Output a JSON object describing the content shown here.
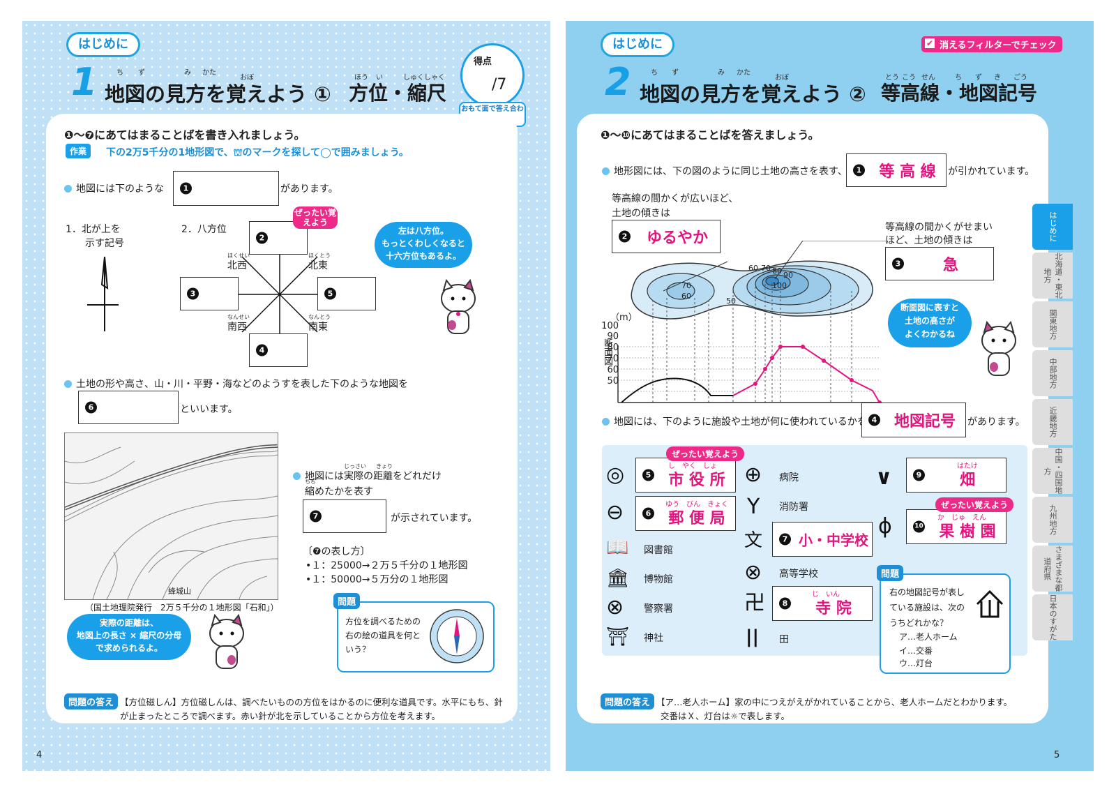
{
  "left": {
    "intro_label": "はじめに",
    "lesson_number": "1",
    "title": "地図の見方を覚えよう ①",
    "subtitle": "方位・縮尺",
    "ruby": [
      "ち",
      "ず",
      "み",
      "かた",
      "おぼ",
      "ほう",
      "い",
      "しゅくしゃく"
    ],
    "score": {
      "label": "得点",
      "total": "/7",
      "note": "おもて面で答え合わせしよう"
    },
    "instruction": "❶〜❼にあてはまることばを書き入れましょう。",
    "task_label": "作業",
    "task_text": "下の2万5千分の1地形図で、⛫のマークを探して◯で囲みましょう。",
    "q1": {
      "pre": "地図には下のような",
      "num": "1",
      "post": "があります。"
    },
    "item1": "1．北が上を",
    "item1b": "示す記号",
    "item2": "2．八方位",
    "directions": {
      "nw": "北西",
      "ne": "北東",
      "sw": "南西",
      "se": "南東"
    },
    "direction_ruby": {
      "nw": "ほくせい",
      "ne": "ほくとう",
      "sw": "なんせい",
      "se": "なんとう"
    },
    "box_nums": [
      "2",
      "3",
      "5",
      "4"
    ],
    "zettai": "ぜったい覚えよう",
    "speech1": [
      "左は八方位。",
      "もっとくわしくなると",
      "十六方位もあるよ。"
    ],
    "q6": {
      "pre": "土地の形や高さ、山・川・平野・海などのようすを表した下のような地図を",
      "num": "6",
      "post": "といいます。"
    },
    "map_caption": "（国土地理院発行　2万５千分の１地形図「石和」）",
    "map_label": "蜂城山",
    "q7": {
      "pre1": "地図には実際の距離をどれだけ",
      "pre2": "縮めたかを表す",
      "num": "7",
      "post": "が示されています。"
    },
    "q7_ruby": {
      "a": "じっさい",
      "b": "きょり",
      "c": "ちぢ"
    },
    "scale_title": "〔❼の表し方〕",
    "scale_items": [
      "•１：25000→２万５千分の１地形図",
      "•１：50000→５万分の１地形図"
    ],
    "speech2": [
      "実際の距離は、",
      "地図上の長さ × 縮尺の分母",
      "で求められるよ。"
    ],
    "mondai": {
      "label": "問題",
      "lines": [
        "方位を調べるための",
        "右の絵の道具を何と",
        "いう？"
      ]
    },
    "answer": {
      "label": "問題の答え",
      "line1": "【方位磁しん】方位磁しんは、調べたいものの方位をはかるのに便利な道具です。水平にもち、針",
      "line2": "が止まったところで調べます。赤い針が北を示していることから方位を考えます。"
    },
    "page_number": "4"
  },
  "right": {
    "intro_label": "はじめに",
    "filter_check": "消えるフィルターでチェック",
    "lesson_number": "2",
    "title": "地図の見方を覚えよう ②",
    "subtitle": "等高線・地図記号",
    "ruby": [
      "ち",
      "ず",
      "み",
      "かた",
      "おぼ",
      "とう",
      "こう",
      "せん",
      "ち",
      "ず",
      "き",
      "ごう"
    ],
    "instruction": "❶〜❿にあてはまることばを答えましょう。",
    "q1": {
      "pre": "地形図には、下の図のように同じ土地の高さを表す、",
      "num": "1",
      "answer": "等 高 線",
      "post": "が引かれています。"
    },
    "wide_text": [
      "等高線の間かくが広いほど、",
      "土地の傾きは"
    ],
    "q2": {
      "num": "2",
      "answer": "ゆるやか"
    },
    "narrow_text": [
      "等高線の間かくがせまい",
      "ほど、土地の傾きは"
    ],
    "q3": {
      "num": "3",
      "answer": "急"
    },
    "contour_labels": [
      "70",
      "60",
      "50",
      "60",
      "70",
      "80",
      "90",
      "100"
    ],
    "profile": {
      "unit": "（m）",
      "side_label": "断面図",
      "ticks": [
        "100",
        "90",
        "80",
        "70",
        "60",
        "50"
      ]
    },
    "speech": [
      "断面図に表すと",
      "土地の高さが",
      "よくわかるね"
    ],
    "q4": {
      "pre": "地図には、下のように施設や土地が何に使われているかを示す",
      "num": "4",
      "answer": "地図記号",
      "post": "があります。"
    },
    "symbols": [
      {
        "icon": "◎",
        "num": "5",
        "answer": "市 役 所",
        "ruby": "し　やく　しょ"
      },
      {
        "icon": "⊖",
        "num": "6",
        "answer": "郵 便 局",
        "ruby": "ゆう　びん　きょく"
      },
      {
        "icon": "📖",
        "label": "図書館"
      },
      {
        "icon": "🏛",
        "label": "博物館"
      },
      {
        "icon": "⊗",
        "label": "警察署"
      },
      {
        "icon": "⛩",
        "label": "神社"
      }
    ],
    "symbols_mid": [
      {
        "icon": "⊕",
        "label": "病院"
      },
      {
        "icon": "Y",
        "label": "消防署"
      },
      {
        "icon": "文",
        "num": "7",
        "answer": "小・中学校"
      },
      {
        "icon": "⊗",
        "label": "高等学校"
      },
      {
        "icon": "卍",
        "num": "8",
        "answer": "寺 院",
        "ruby": "じ　いん"
      },
      {
        "icon": "||",
        "label": "田"
      }
    ],
    "symbols_right": [
      {
        "icon": "∨",
        "num": "9",
        "answer": "畑",
        "ruby": "はたけ"
      },
      {
        "icon": "ɸ",
        "num": "10",
        "answer": "果 樹 園",
        "ruby": "か　じゅ　えん"
      }
    ],
    "zettai1": "ぜったい覚えよう",
    "zettai2": "ぜったい覚えよう",
    "mondai": {
      "label": "問題",
      "lines": [
        "右の地図記号が表し",
        "ている施設は、次の",
        "うちどれかな？"
      ],
      "options": [
        "ア…老人ホーム",
        "イ…交番",
        "ウ…灯台"
      ]
    },
    "answer": {
      "label": "問題の答え",
      "line1": "【ア…老人ホーム】家の中につえがえがかれていることから、老人ホームだとわかります。",
      "line2": "交番はＸ、灯台は☼で表します。"
    },
    "page_number": "5",
    "tabs": [
      "はじめに",
      "北海道・東北地方",
      "関東地方",
      "中部地方",
      "近畿地方",
      "中国・四国地方",
      "九州地方",
      "さまざまな都道府県",
      "日本のすがた"
    ]
  },
  "colors": {
    "accent": "#1aa0e8",
    "answer_pink": "#e3147f",
    "badge_pink": "#ee2a88"
  }
}
